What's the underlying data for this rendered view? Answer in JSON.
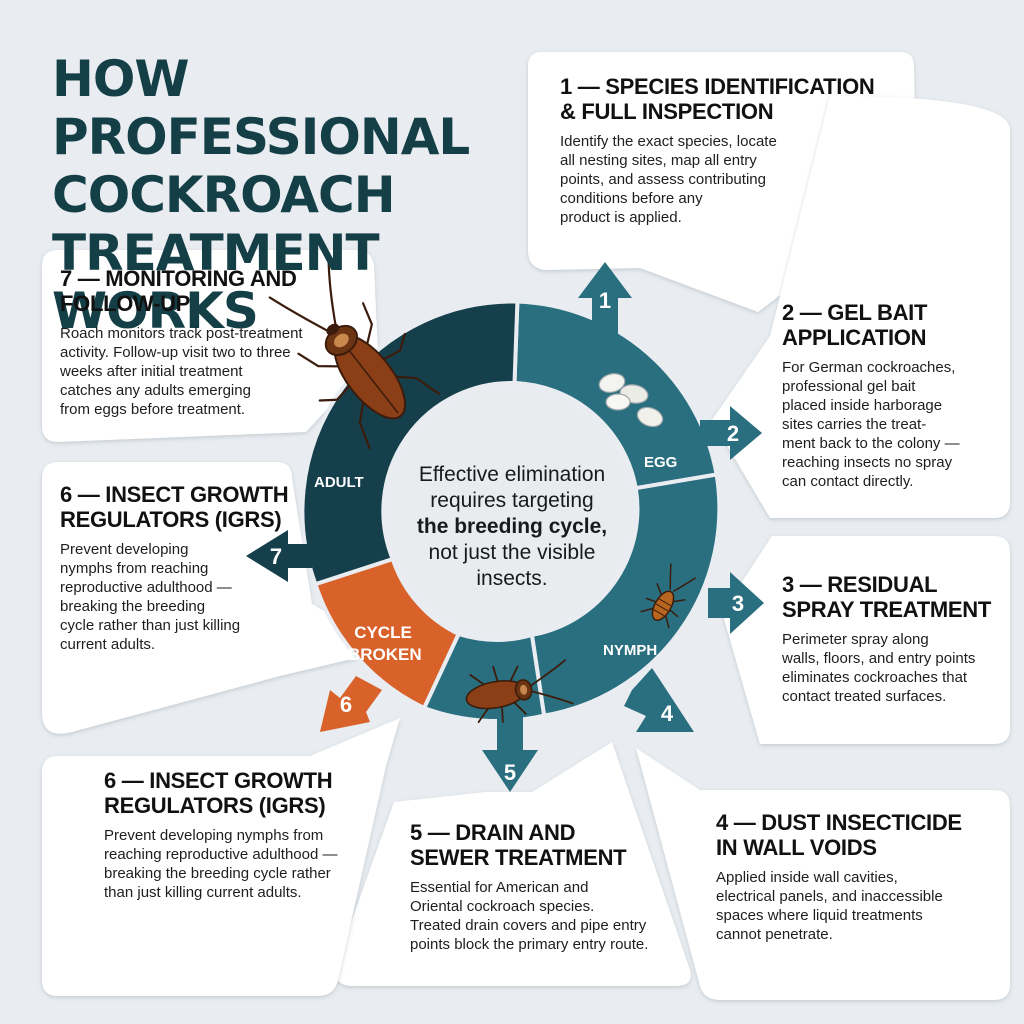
{
  "title": "HOW PROFESSIONAL\nCOCKROACH\nTREATMENT WORKS",
  "center": {
    "line1": "Effective elimination requires targeting",
    "bold": "the breeding cycle,",
    "line2": "not just the visible insects."
  },
  "cycle": {
    "egg": "EGG",
    "nymph": "NYMPH",
    "adult": "ADULT",
    "broken": "CYCLE BROKEN"
  },
  "arrow_numbers": [
    "1",
    "2",
    "3",
    "4",
    "5",
    "6",
    "7"
  ],
  "steps": {
    "s1": {
      "title": "1 — SPECIES IDENTIFICATION\n& FULL INSPECTION",
      "body": "Identify the exact species, locate\nall nesting sites, map all entry\npoints, and assess contributing\nconditions before any\nproduct is applied."
    },
    "s2": {
      "title": "2 — GEL BAIT\nAPPLICATION",
      "body": "For German cockroaches,\nprofessional gel bait\nplaced inside harborage\nsites carries the treat-\nment back to the colony —\nreaching insects no spray\ncan contact directly."
    },
    "s3": {
      "title": "3 — RESIDUAL\nSPRAY TREATMENT",
      "body": "Perimeter spray along\nwalls, floors, and entry points\neliminates cockroaches that\ncontact treated surfaces."
    },
    "s4": {
      "title": "4 — DUST INSECTICIDE\nIN WALL VOIDS",
      "body": "Applied inside wall cavities,\nelectrical panels, and inaccessible\nspaces where liquid treatments\ncannot penetrate."
    },
    "s5": {
      "title": "5 — DRAIN AND\nSEWER TREATMENT",
      "body": "Essential for American and\nOriental cockroach species.\nTreated drain covers and pipe entry\npoints block the primary entry route."
    },
    "s6a": {
      "title": "6 — INSECT GROWTH\nREGULATORS (IGRS)",
      "body": "Prevent developing\nnymphs from reaching\nreproductive adulthood —\nbreaking the breeding\ncycle rather than just killing\ncurrent adults."
    },
    "s6b": {
      "title": "6 — INSECT GROWTH\nREGULATORS (IGRS)",
      "body": "Prevent developing nymphs from\nreaching reproductive adulthood —\nbreaking the breeding cycle rather\nthan just killing current adults."
    },
    "s7": {
      "title": "7 — MONITORING AND\nFOLLOW-UP",
      "body": "Roach monitors track post-treatment\nactivity. Follow-up visit two to three\nweeks after initial treatment\ncatches any adults emerging\nfrom eggs before treatment."
    }
  },
  "colors": {
    "background": "#e9edf1",
    "teal": "#2a6f7f",
    "dark_teal": "#163f4c",
    "orange": "#d9622b",
    "title": "#143f47"
  }
}
